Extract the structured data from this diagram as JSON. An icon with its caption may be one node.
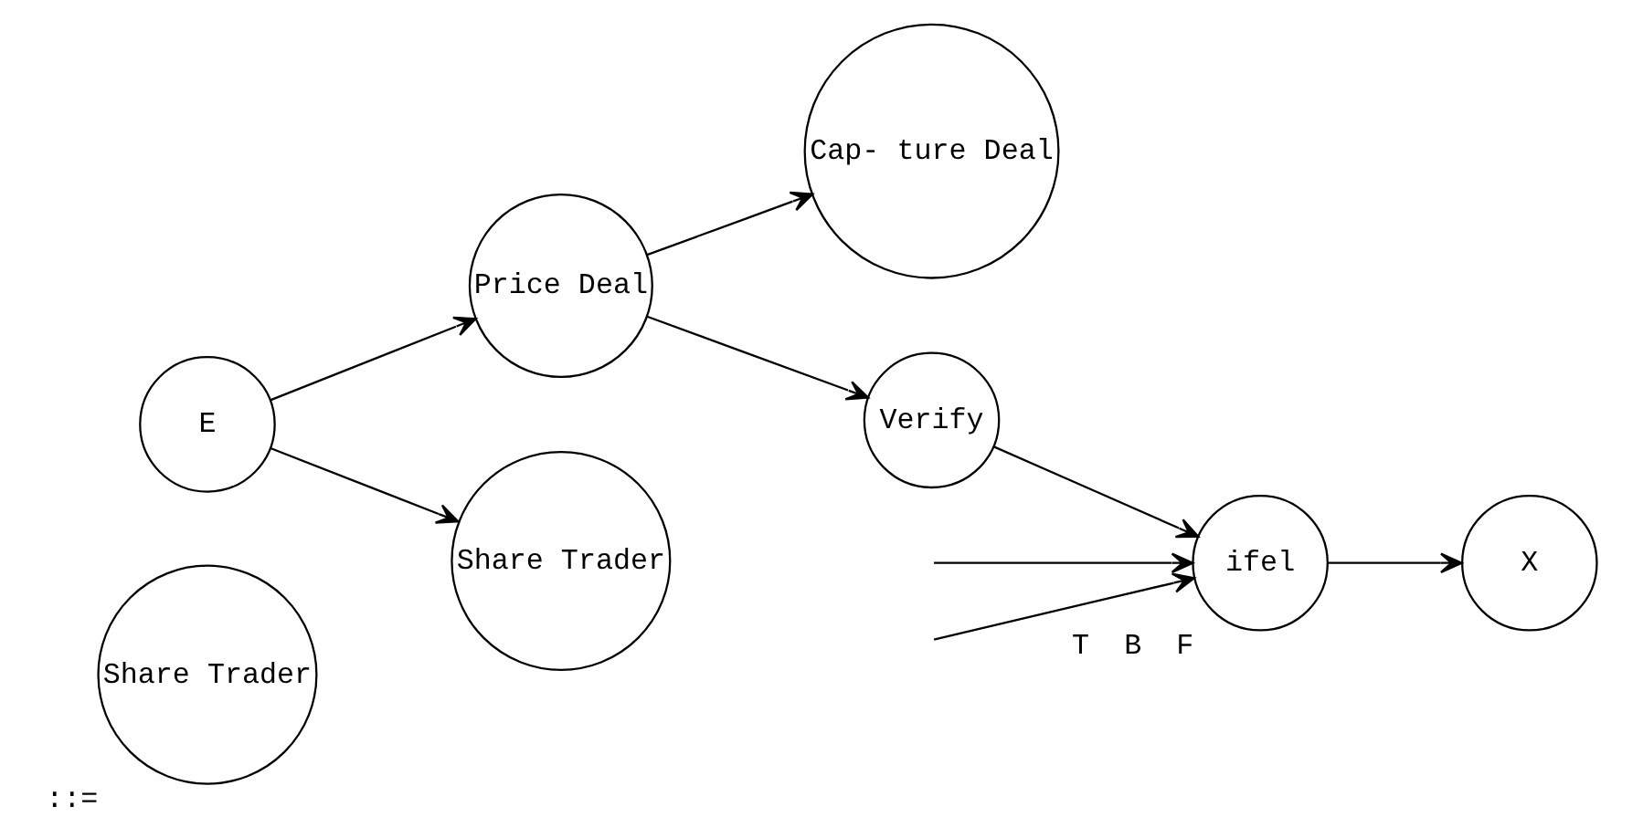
{
  "diagram": {
    "nodes": [
      {
        "text": [
          "Share Trader"
        ],
        "beside": [
          "::="
        ]
      },
      {
        "text": [
          "E"
        ]
      },
      {
        "text": [
          "Price Deal"
        ]
      },
      {
        "text": [
          "Cap- ture Deal"
        ]
      },
      {
        "text": [
          "Verify"
        ]
      },
      {
        "text": [
          "Share Trader"
        ]
      },
      {
        "text": [
          "ifel"
        ],
        "beside": [
          "T",
          "B",
          "F"
        ]
      },
      {
        "text": [
          "X"
        ]
      }
    ],
    "edges": [
      {
        "from": 1,
        "to": 2,
        "arrow": "to"
      },
      {
        "from": 1,
        "to": 5,
        "arrow": "to"
      },
      {
        "from": 2,
        "to": 3,
        "arrow": "to"
      },
      {
        "from": 2,
        "to": 4,
        "arrow": "to"
      },
      {
        "from": null,
        "to": 6,
        "arrow": "to"
      },
      {
        "from": 4,
        "to": 6,
        "arrow": "to"
      },
      {
        "from": null,
        "to": 6,
        "arrow": "to"
      },
      {
        "from": 6,
        "to": 7,
        "arrow": "to"
      }
    ]
  }
}
